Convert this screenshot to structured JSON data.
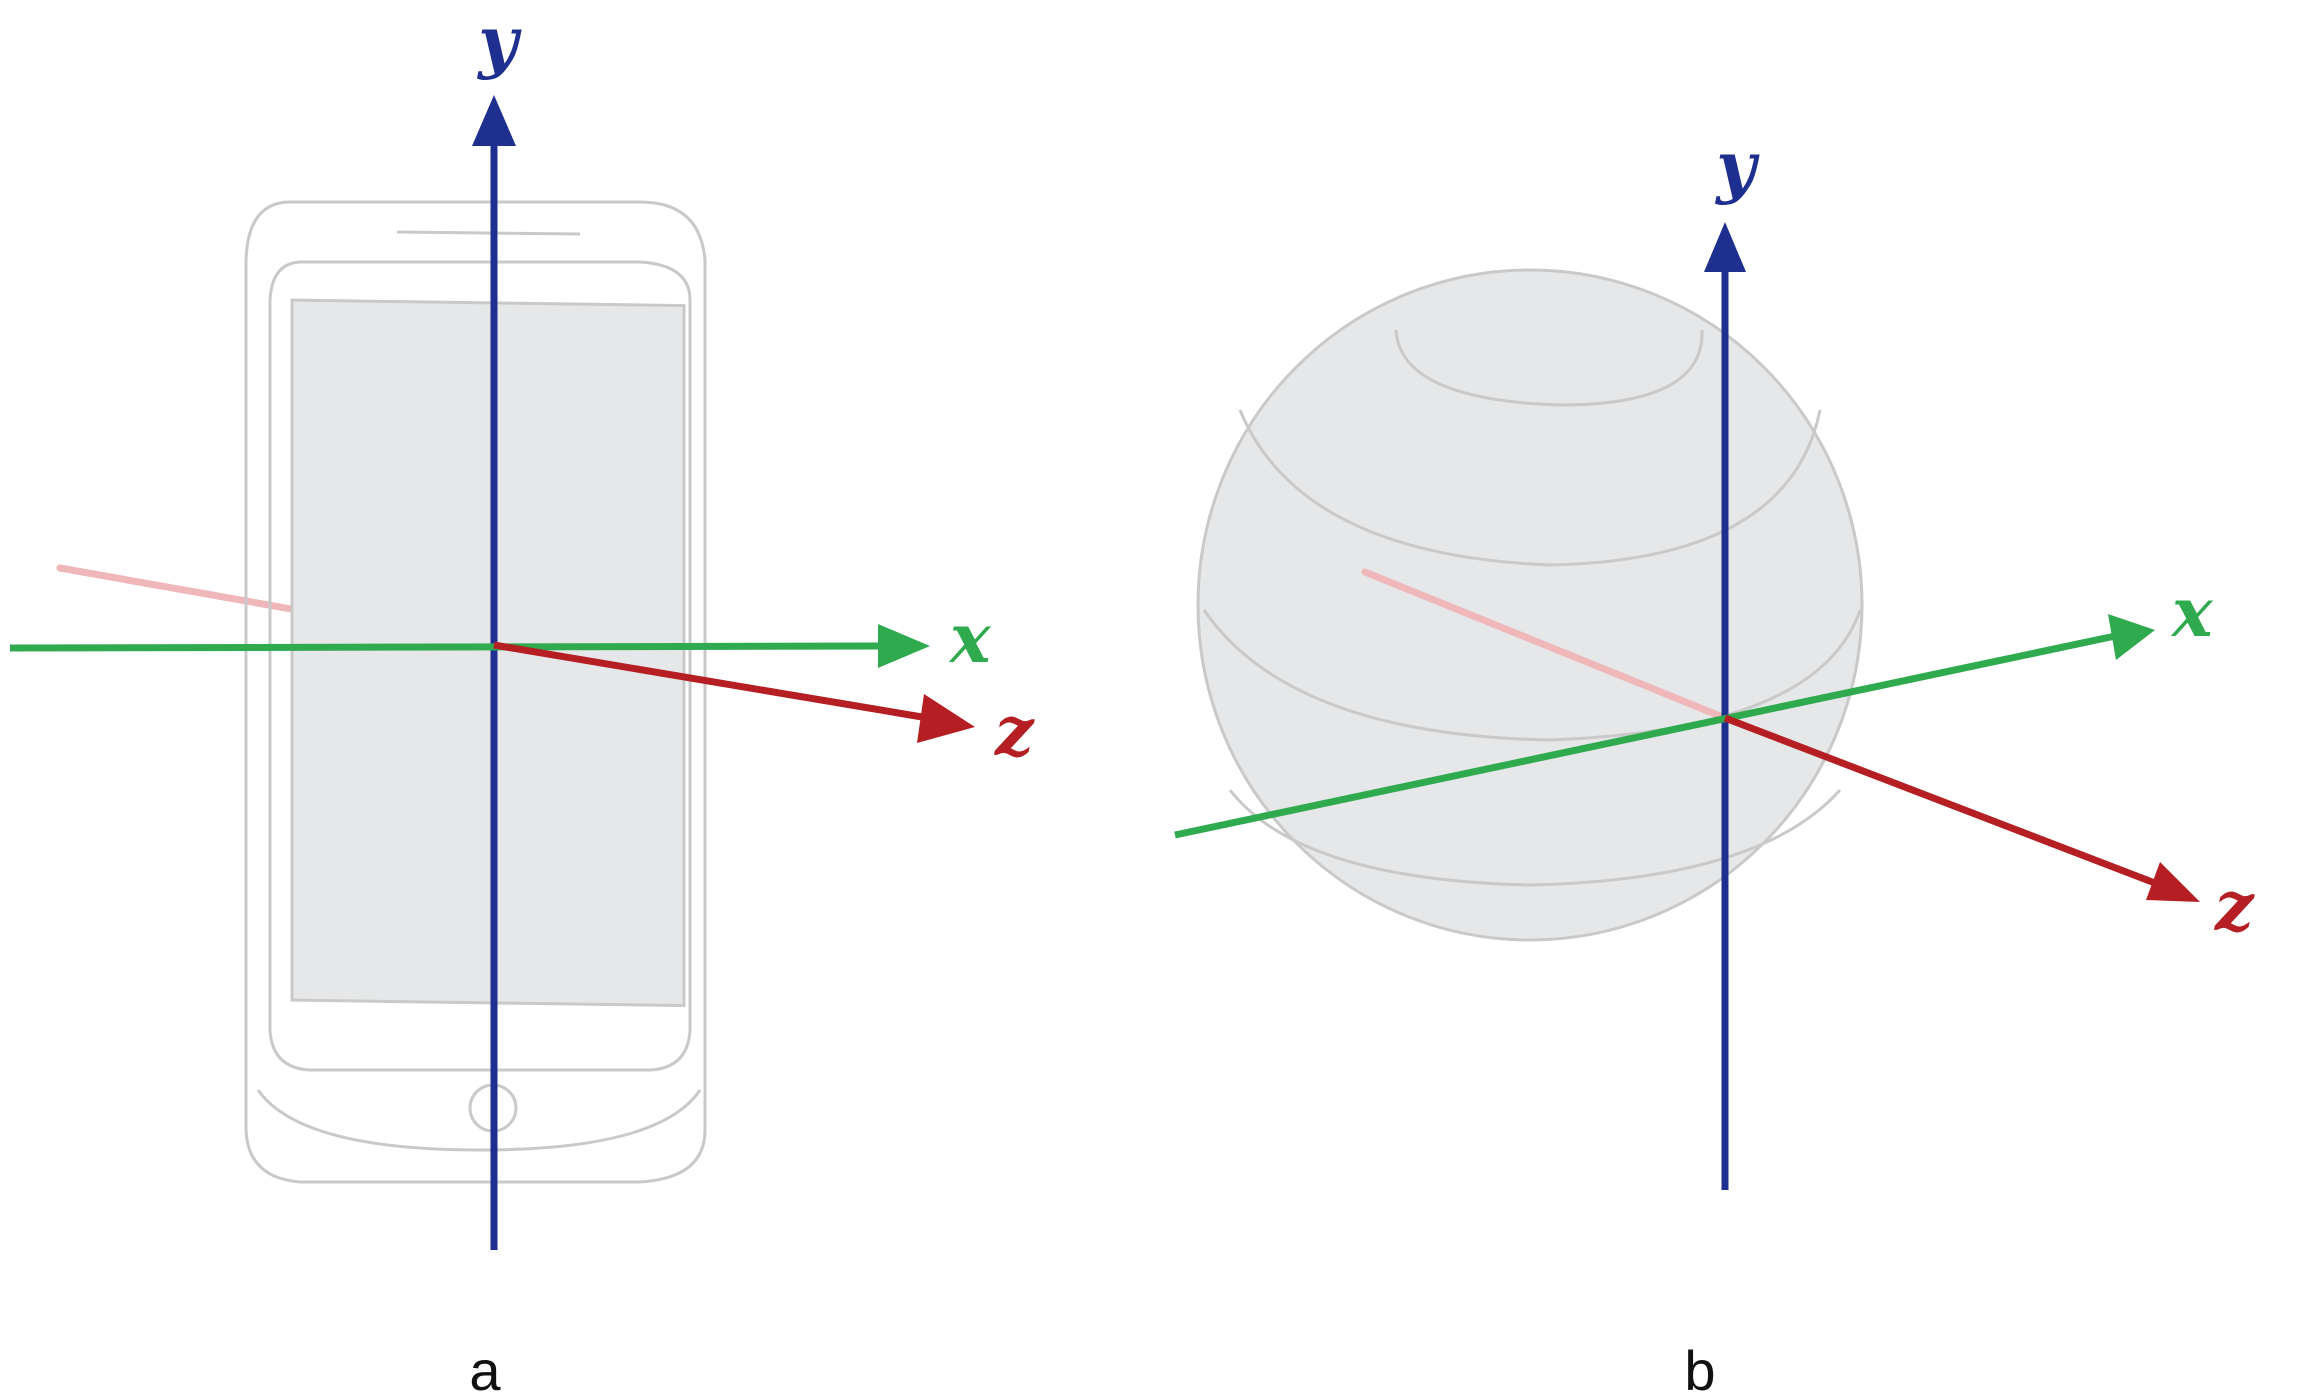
{
  "colors": {
    "y_axis": "#1f2f8f",
    "x_axis": "#2faa4f",
    "z_axis": "#b51f24",
    "z_axis_hidden": "#efb7b9",
    "outline": "#c9c9c9",
    "fill": "#e6e7e8"
  },
  "panel_a": {
    "caption": "a",
    "object_icon": "smartphone-icon",
    "axes": {
      "y": "y",
      "x": "x",
      "z": "z"
    }
  },
  "panel_b": {
    "caption": "b",
    "object_icon": "sphere-icon",
    "axes": {
      "y": "y",
      "x": "x",
      "z": "z"
    }
  }
}
